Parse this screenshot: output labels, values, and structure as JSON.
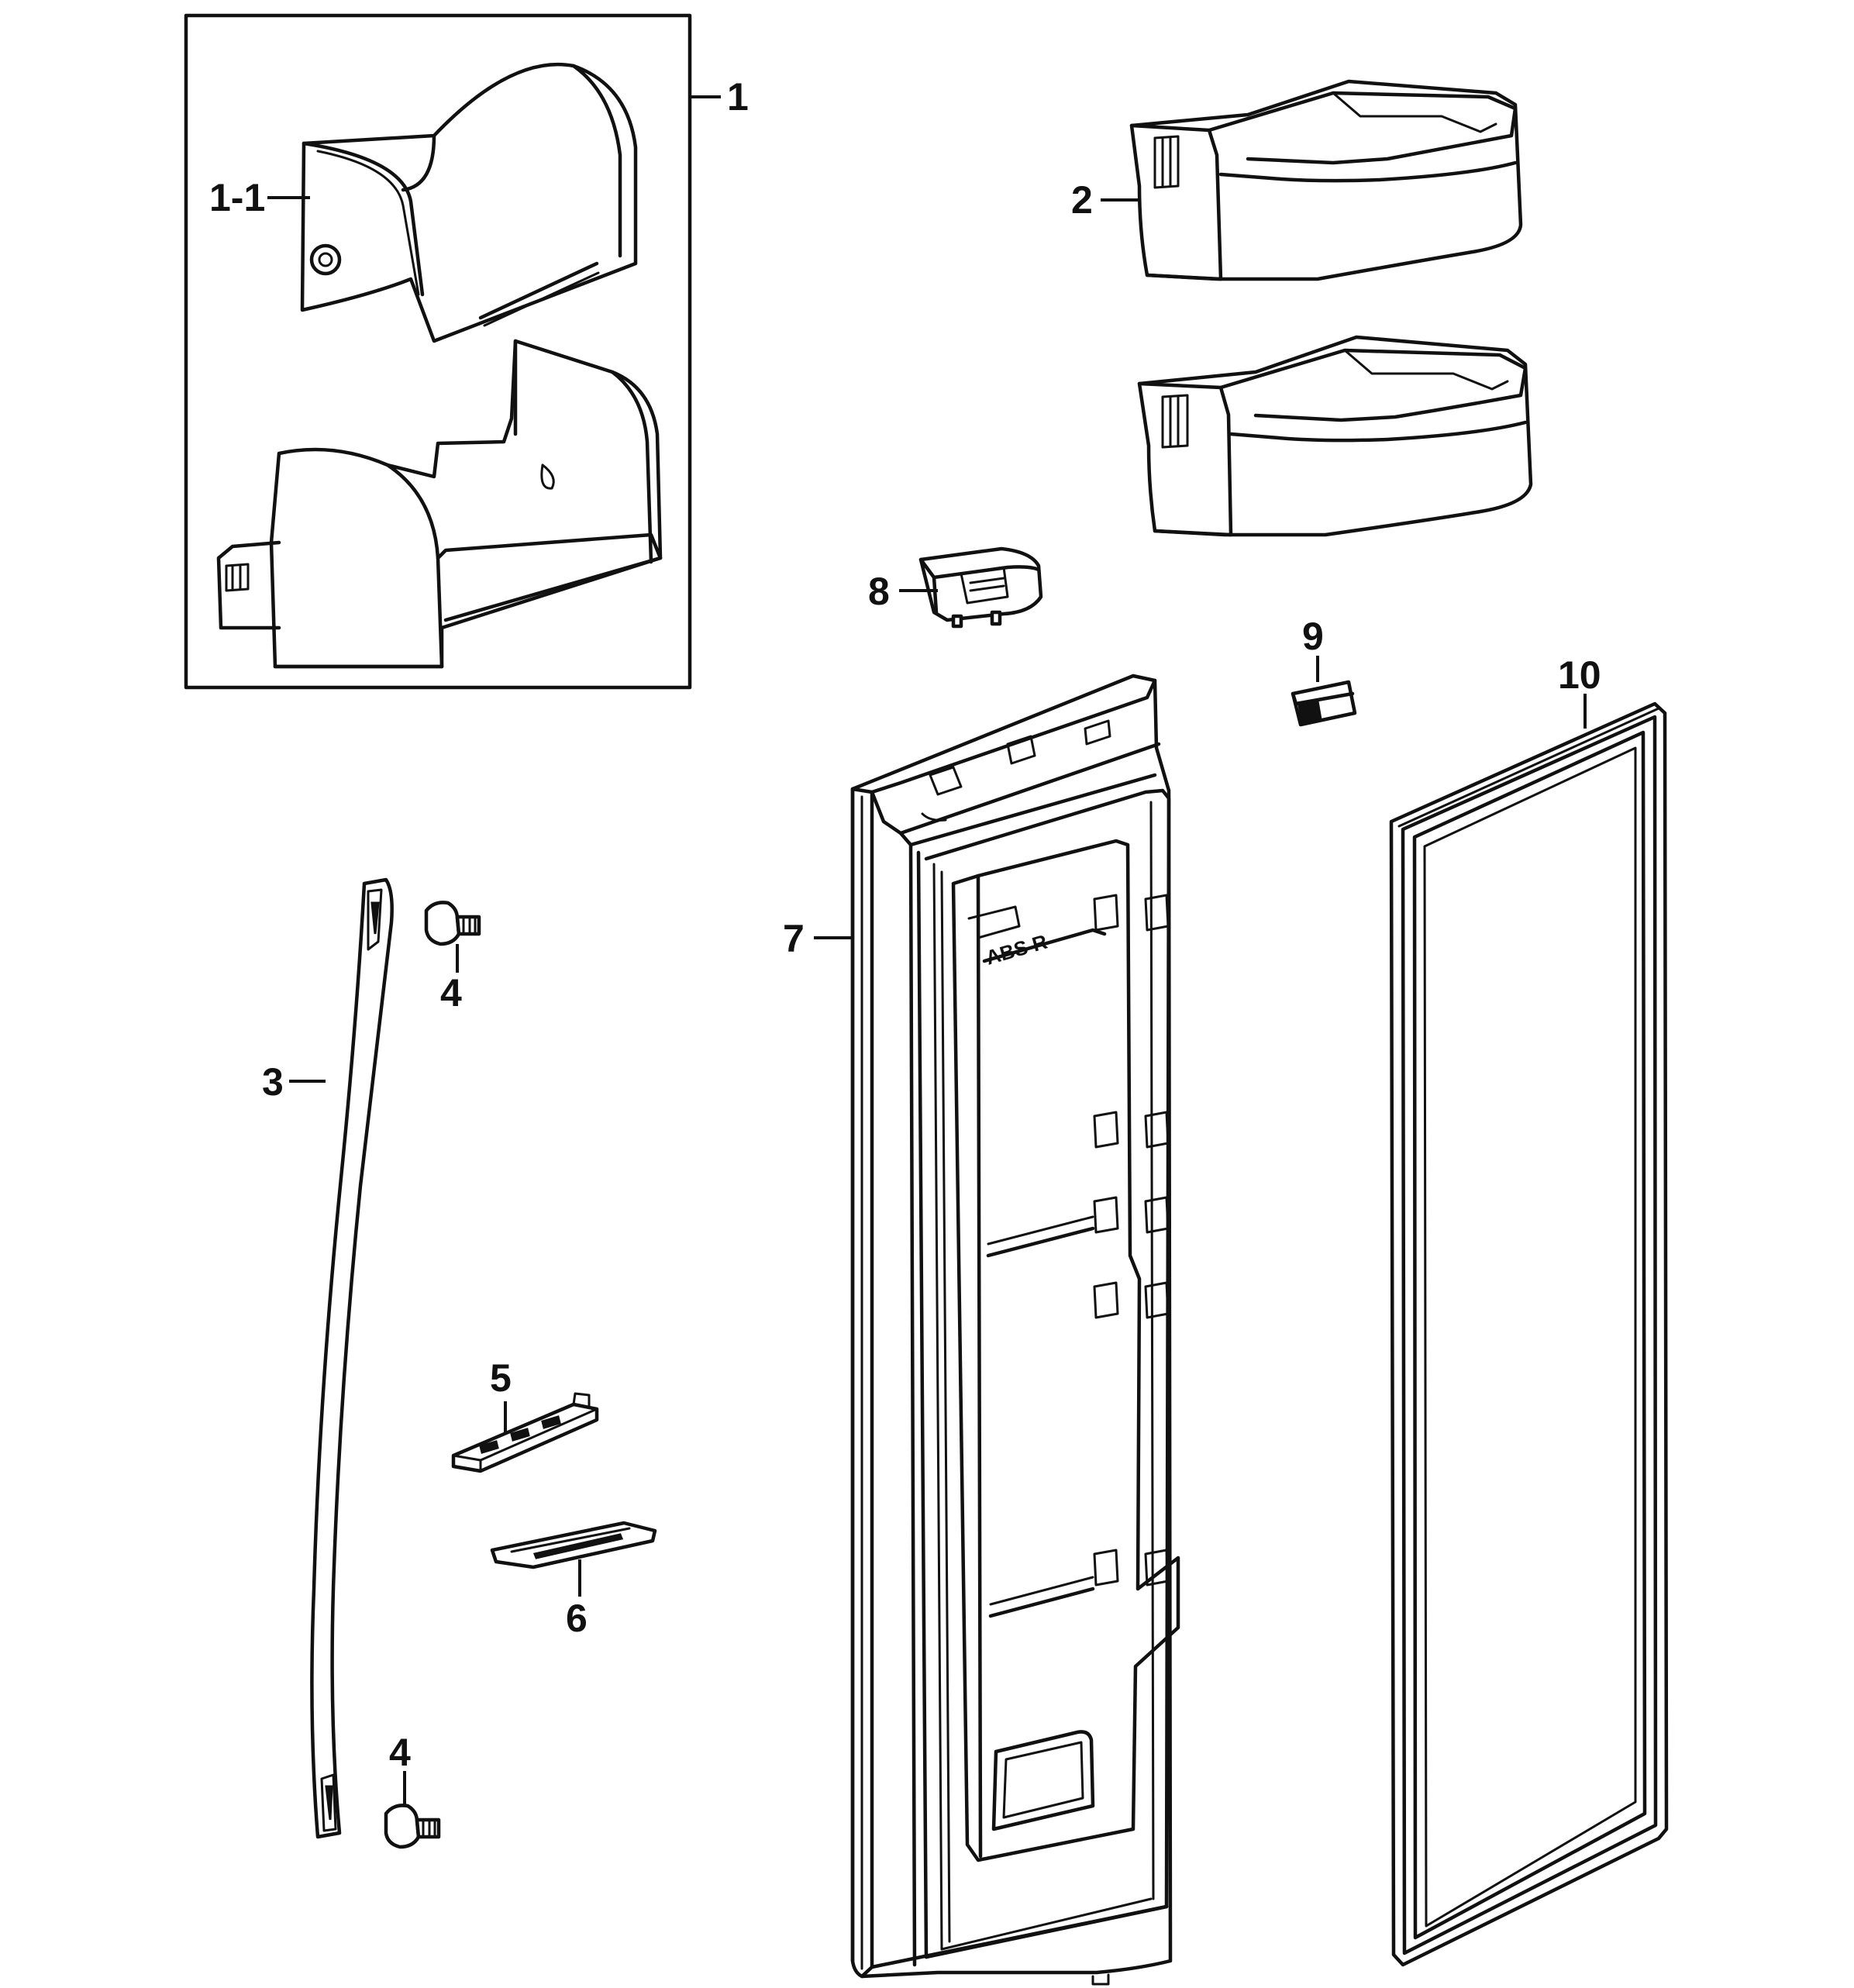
{
  "callouts": {
    "c1": "1",
    "c1_1": "1-1",
    "c2": "2",
    "c3": "3",
    "c4_top": "4",
    "c4_bottom": "4",
    "c5": "5",
    "c6": "6",
    "c7": "7",
    "c8": "8",
    "c9": "9",
    "c10": "10"
  },
  "door_liner_marking": "ABS R"
}
